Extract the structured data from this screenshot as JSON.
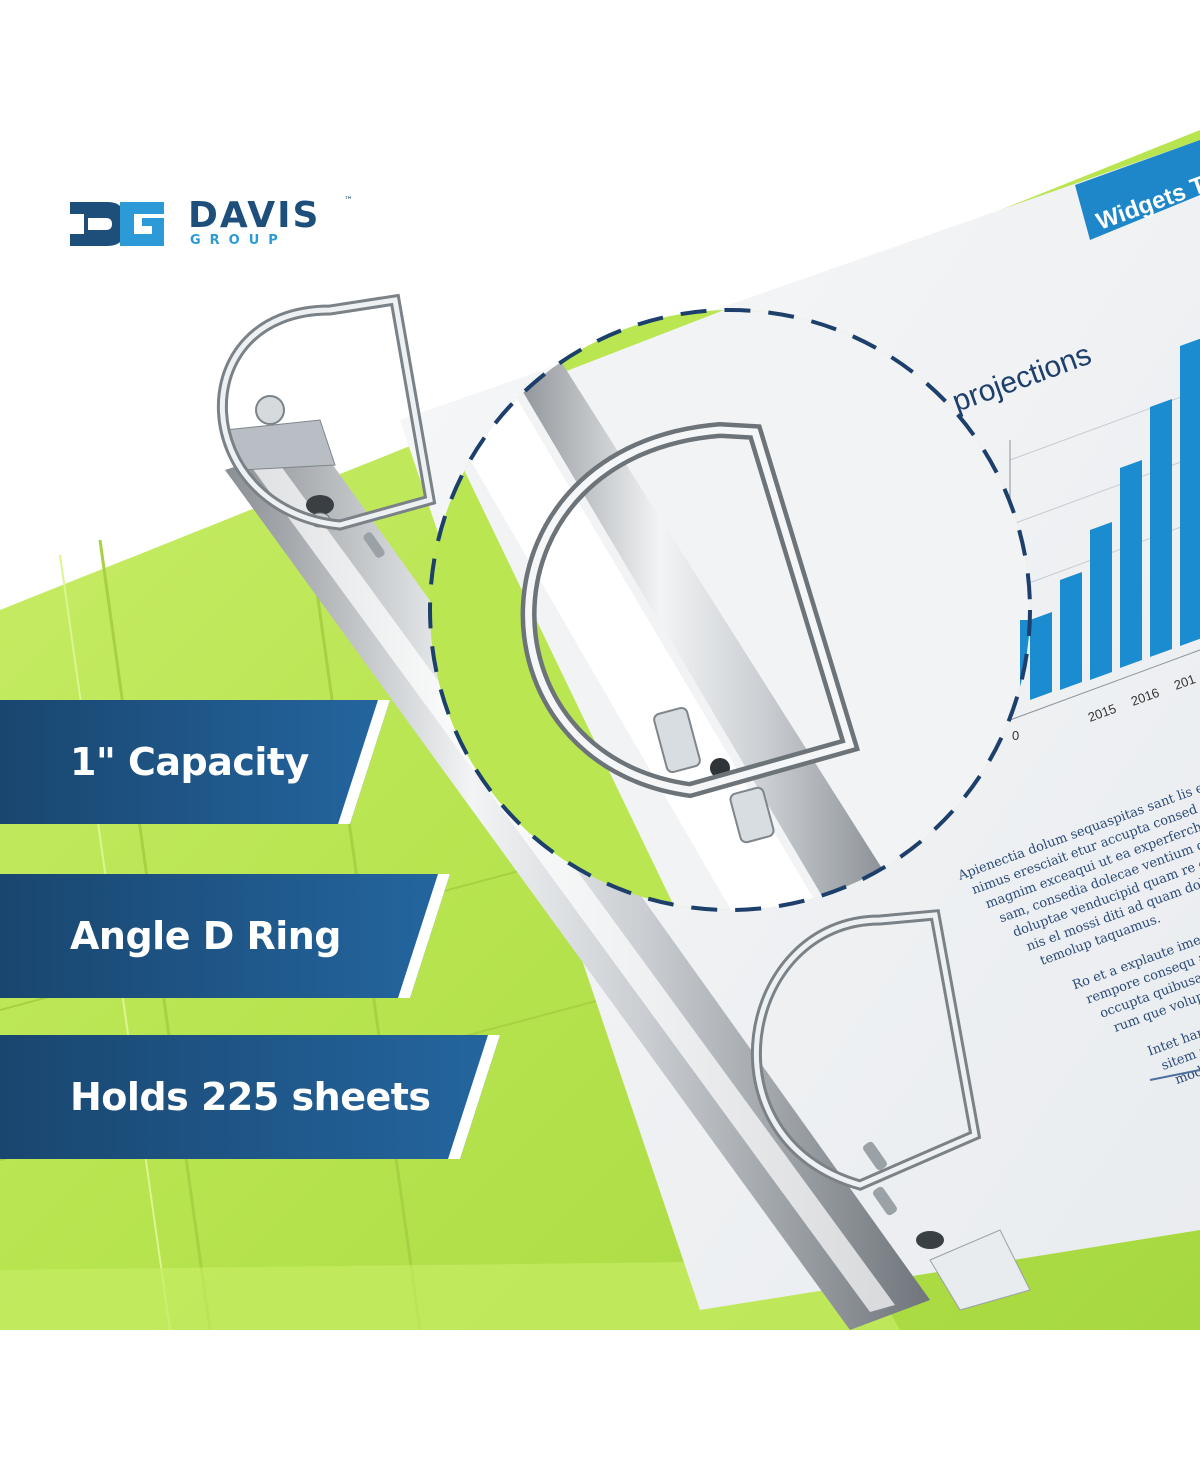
{
  "brand": {
    "logo_monogram": "DG",
    "name": "DAVIS",
    "trademark": "™",
    "subtitle": "GROUP",
    "colors": {
      "navy": "#1d4f7a",
      "sky": "#2b9ad6",
      "lime": "#bde85a",
      "banner": "#1d5b8c"
    }
  },
  "features": [
    {
      "label": "1\" Capacity"
    },
    {
      "label": "Angle D Ring"
    },
    {
      "label": "Holds 225 sheets"
    }
  ],
  "document": {
    "tab_label": "Widgets T",
    "heading": "s projections",
    "chart": {
      "zero_label": "0",
      "year_labels": [
        "2015",
        "2016",
        "201"
      ]
    },
    "body_lines": [
      "Apienectia dolum sequaspitas sant lis e",
      "nimus eresciait etur accupta consed",
      "magnim exceaqui ut ea experferchi",
      "sam, consedia dolecae ventium qu",
      "doluptae venducipid quam re o",
      "nis el mossi diti ad quam dolu",
      "temolup taquamus."
    ],
    "body_lines_2": [
      "Ro et a explaute ime si s",
      "rempore consequ aspe",
      "occupta quibusam, e",
      "rum que voluptatu"
    ],
    "body_lines_3": [
      "Intet harciuntu",
      "sitem re perun",
      "mod et maio"
    ]
  }
}
